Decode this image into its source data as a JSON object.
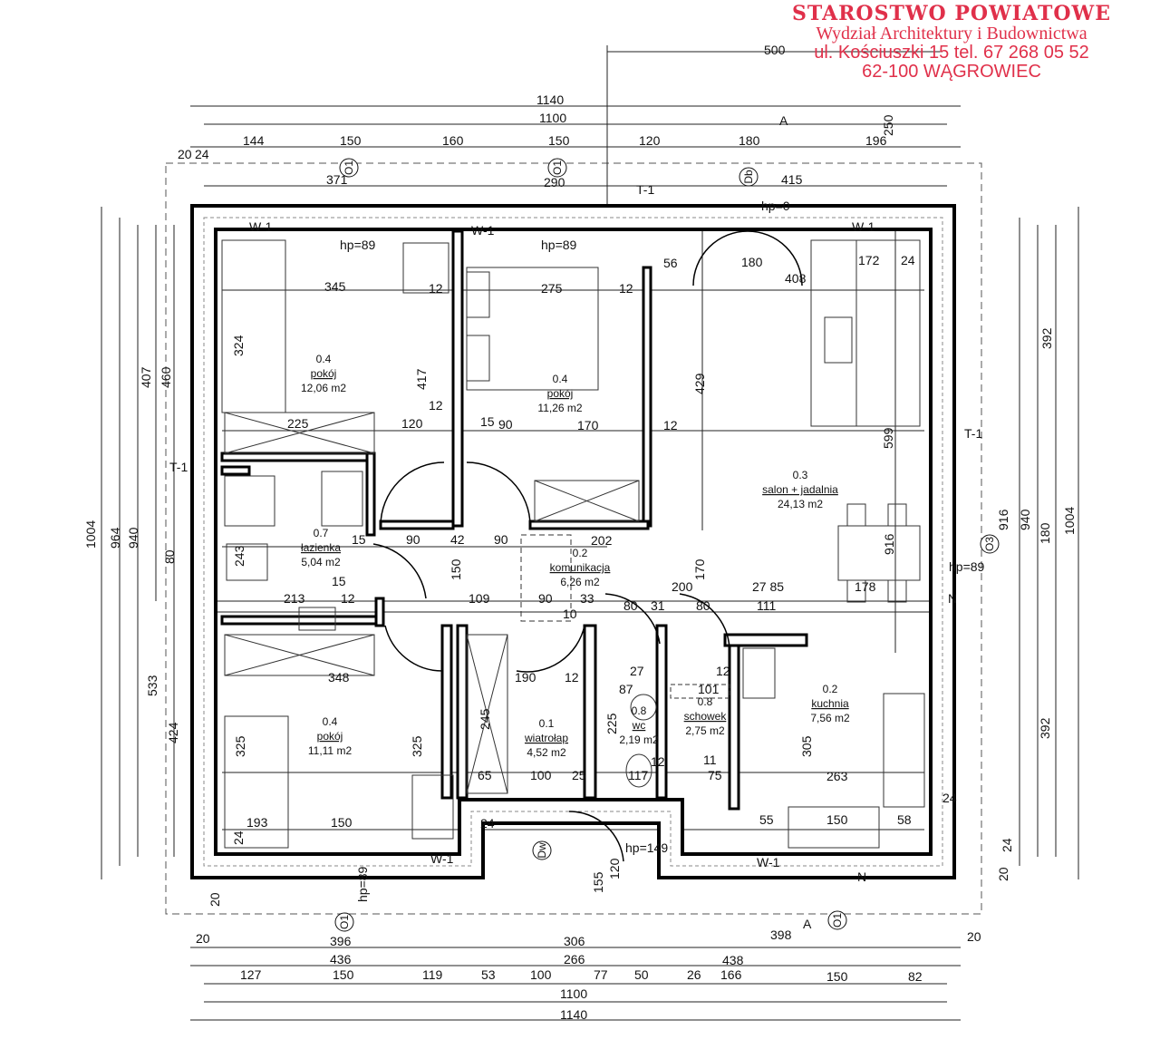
{
  "stamp": {
    "line1": "STAROSTWO POWIATOWE",
    "line2": "Wydział Architektury i Budownictwa",
    "line3": "ul. Kościuszki 15  tel. 67 268 05 52",
    "line4": "62-100 WĄGROWIEC"
  },
  "rooms": [
    {
      "num": "0.4",
      "name": "pokój",
      "area": "12,06 m2"
    },
    {
      "num": "0.4",
      "name": "pokój",
      "area": "11,26 m2"
    },
    {
      "num": "0.3",
      "name": "salon + jadalnia",
      "area": "24,13 m2"
    },
    {
      "num": "0.7",
      "name": "łazienka",
      "area": "5,04 m2"
    },
    {
      "num": "0.2",
      "name": "komunikacja",
      "area": "6,26 m2"
    },
    {
      "num": "0.4",
      "name": "pokój",
      "area": "11,11 m2"
    },
    {
      "num": "0.1",
      "name": "wiatrołap",
      "area": "4,52 m2"
    },
    {
      "num": "0.8",
      "name": "wc",
      "area": "2,19 m2"
    },
    {
      "num": "0.8",
      "name": "schowek",
      "area": "2,75 m2"
    },
    {
      "num": "0.2",
      "name": "kuchnia",
      "area": "7,56 m2"
    }
  ],
  "dimensions": [
    "1140",
    "1100",
    "144",
    "150",
    "160",
    "150",
    "120",
    "180",
    "196",
    "20",
    "24",
    "500",
    "250",
    "A",
    "371",
    "290",
    "415",
    "hp=0",
    "W-1",
    "W-1",
    "W-1",
    "hp=89",
    "hp=89",
    "345",
    "275",
    "12",
    "12",
    "56",
    "180",
    "408",
    "172",
    "24",
    "324",
    "417",
    "429",
    "12",
    "225",
    "120",
    "15",
    "90",
    "170",
    "12",
    "599",
    "916",
    "15",
    "15",
    "90",
    "42",
    "90",
    "202",
    "150",
    "213",
    "12",
    "109",
    "90",
    "33",
    "10",
    "200",
    "170",
    "27 85",
    "111",
    "80",
    "31",
    "80",
    "178",
    "348",
    "190",
    "12",
    "27",
    "87",
    "101",
    "12",
    "225",
    "245",
    "325",
    "325",
    "305",
    "263",
    "65",
    "100",
    "25",
    "117",
    "12",
    "11",
    "75",
    "193",
    "150",
    "24",
    "55",
    "150",
    "58",
    "24",
    "W-1",
    "W-1",
    "hp=149",
    "hp=89",
    "20",
    "396",
    "306",
    "398",
    "20",
    "436",
    "266",
    "438",
    "127",
    "150",
    "119",
    "53",
    "100",
    "77",
    "50",
    "26",
    "166",
    "150",
    "82",
    "1100",
    "1140",
    "A",
    "155",
    "120",
    "1004",
    "964",
    "940",
    "80",
    "407",
    "460",
    "533",
    "424",
    "20",
    "24",
    "243",
    "392",
    "916",
    "940",
    "1004",
    "180",
    "392",
    "20",
    "24",
    "hp=89",
    "T-1",
    "T-1",
    "T-1",
    "N",
    "N"
  ],
  "axes": [
    "O1",
    "O1",
    "Db",
    "O3",
    "O1",
    "Dw",
    "O1"
  ]
}
